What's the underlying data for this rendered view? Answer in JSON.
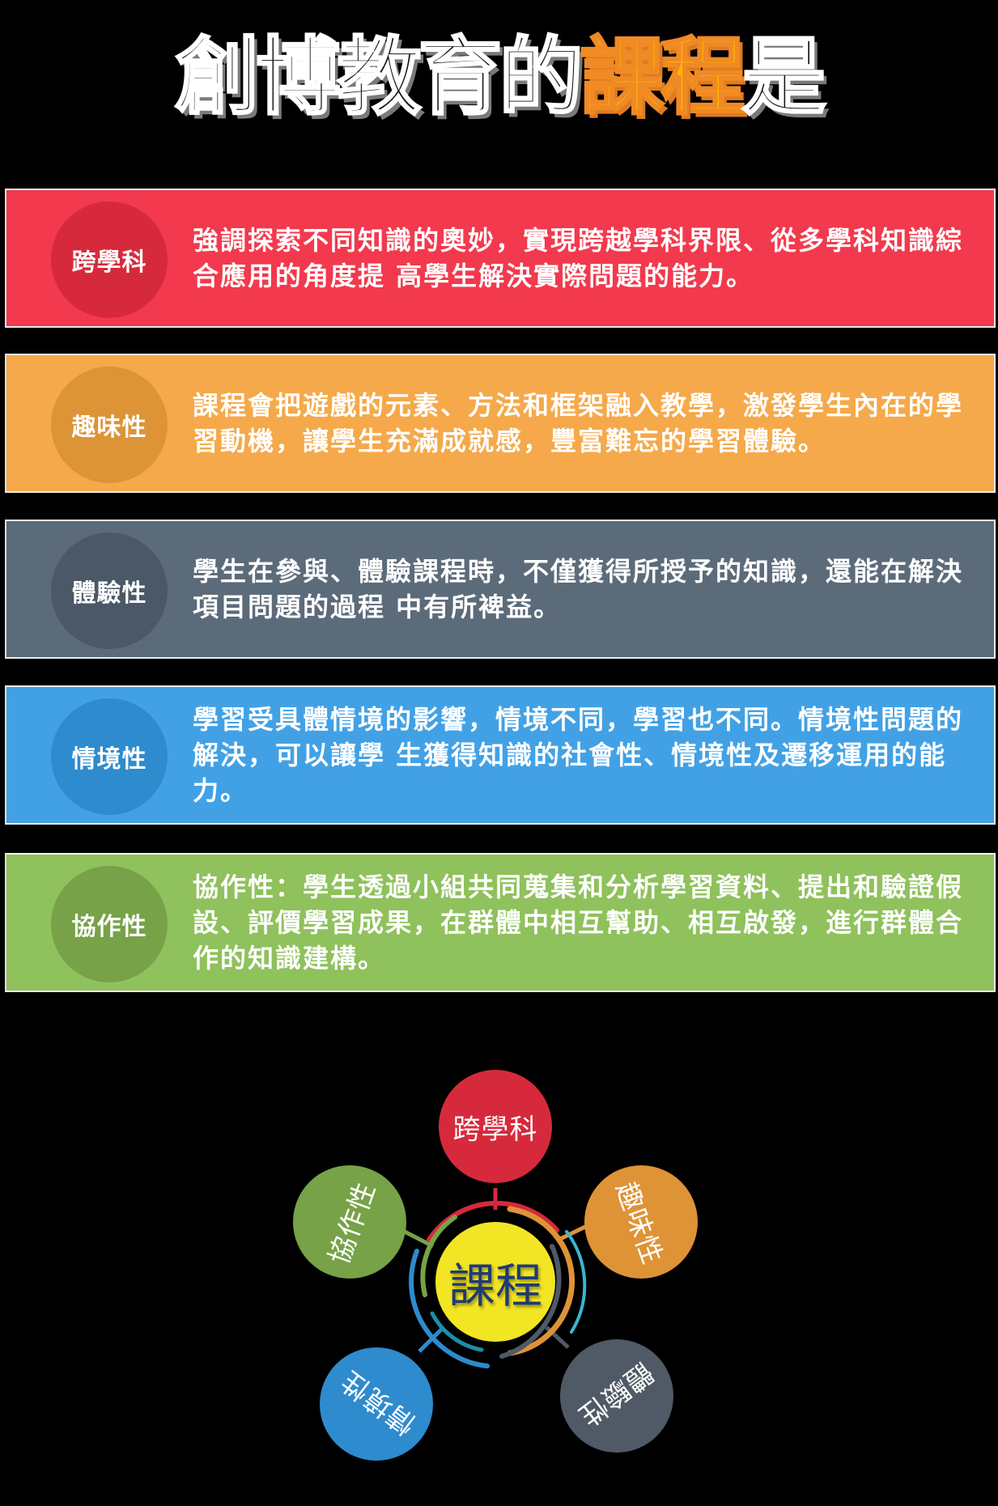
{
  "header": {
    "title_part1": "創博教育的",
    "title_accent": "課程",
    "title_part2": "是"
  },
  "colors": {
    "title_accent_fill": "#ffb800",
    "title_accent_stroke": "#f08a24"
  },
  "rows": [
    {
      "label": "跨學科",
      "description": "強調探索不同知識的奧妙，實現跨越學科界限、從多學科知識綜合應用的角度提 高學生解決實際問題的能力。",
      "bg_color": "#f3394d",
      "badge_color": "#d62a3c"
    },
    {
      "label": "趣味性",
      "description": "課程會把遊戲的元素、方法和框架融入教學，激發學生內在的學習動機，讓學生充滿成就感，豐富難忘的學習體驗。",
      "bg_color": "#f5a94a",
      "badge_color": "#dc9436"
    },
    {
      "label": "體驗性",
      "description": "學生在參與、體驗課程時，不僅獲得所授予的知識，還能在解決項目問題的過程 中有所裨益。",
      "bg_color": "#5c6b7a",
      "badge_color": "#4a5867"
    },
    {
      "label": "情境性",
      "description": "學習受具體情境的影響，情境不同，學習也不同。情境性問題的解決，可以讓學 生獲得知識的社會性、情境性及遷移運用的能力。",
      "bg_color": "#42a1e5",
      "badge_color": "#2e8bcd"
    },
    {
      "label": "協作性",
      "description": "協作性：學生透過小組共同蒐集和分析學習資料、提出和驗證假設、評價學習成果，在群體中相互幫助、相互啟發，進行群體合作的知識建構。",
      "bg_color": "#8fc15c",
      "badge_color": "#77a248"
    }
  ],
  "diagram": {
    "center_label": "課程",
    "center_color": "#f2e524",
    "center_text_color": "#1f3b73",
    "nodes": [
      {
        "label": "跨學科",
        "color": "#d62a3c"
      },
      {
        "label": "趣味性",
        "color": "#de9336"
      },
      {
        "label": "體驗性",
        "color": "#4f5a66"
      },
      {
        "label": "情境性",
        "color": "#2e8bcd"
      },
      {
        "label": "協作性",
        "color": "#77a248"
      }
    ]
  }
}
